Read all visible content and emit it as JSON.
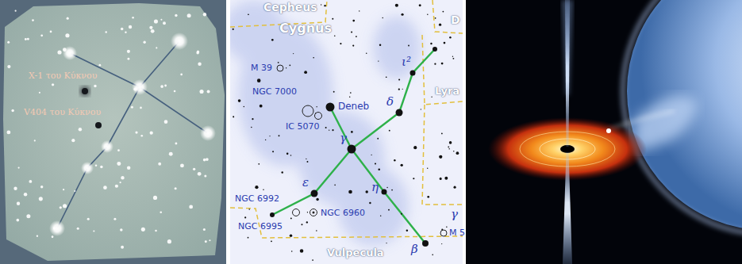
{
  "diagram": {
    "labels": [
      "X-1 του Κύκνου",
      "V404 του Κύκνου",
      "Cepheus",
      "Cygnus",
      "M 39",
      "NGC 7000",
      "IC 5070",
      "Deneb",
      "ι²",
      "δ",
      "γ",
      "ε",
      "η",
      "β",
      "NGC 6992",
      "NGC 6995",
      "NGC 6960",
      "Vulpecula",
      "Lyra",
      "D",
      "M 5",
      "γ"
    ]
  }
}
